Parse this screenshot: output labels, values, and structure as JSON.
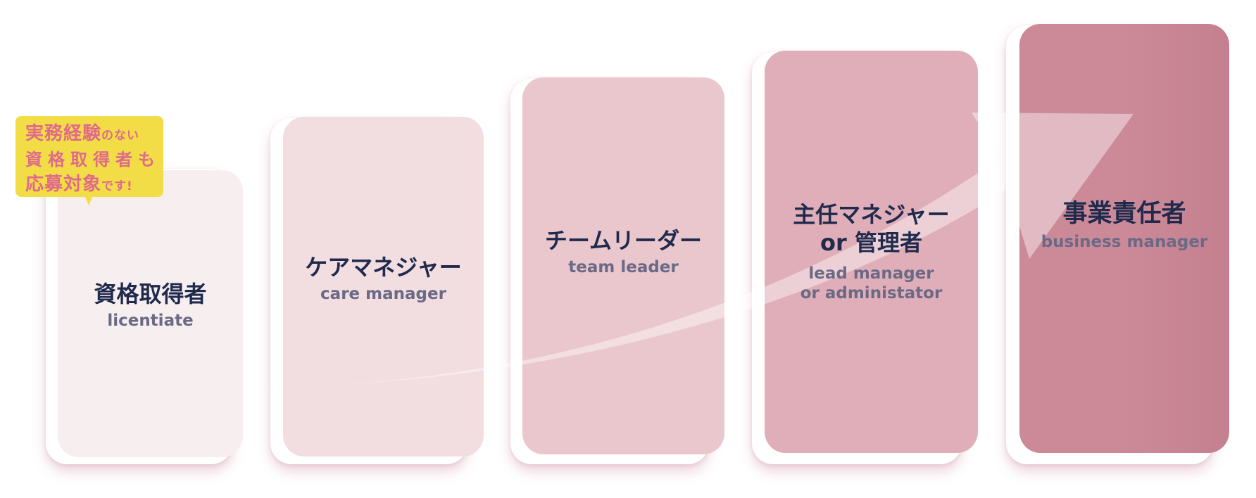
{
  "steps": [
    {
      "jp": "資格取得者",
      "en": "licentiate"
    },
    {
      "jp": "ケアマネジャー",
      "en": "care manager"
    },
    {
      "jp": "チームリーダー",
      "en": "team leader"
    },
    {
      "jp": "主任マネジャー\nor 管理者",
      "en": "lead manager\nor administator"
    },
    {
      "jp": "事業責任者",
      "en": "business manager"
    }
  ],
  "callout": {
    "line1_big": "実務経験",
    "line1_small": "のない",
    "line2": "資格取得者も",
    "line3_big": "応募対象",
    "line3_small": "です!"
  },
  "colors": {
    "card1": "#f7eeef",
    "card2": "#f2dde1",
    "card3": "#eac7cd",
    "card4": "#e0aeb8",
    "card5": "#cc8998",
    "text_dark": "#1f2a4d",
    "text_sub": "#6b6a86",
    "callout_bg": "#f2dd46",
    "callout_text": "#e06a8c"
  }
}
